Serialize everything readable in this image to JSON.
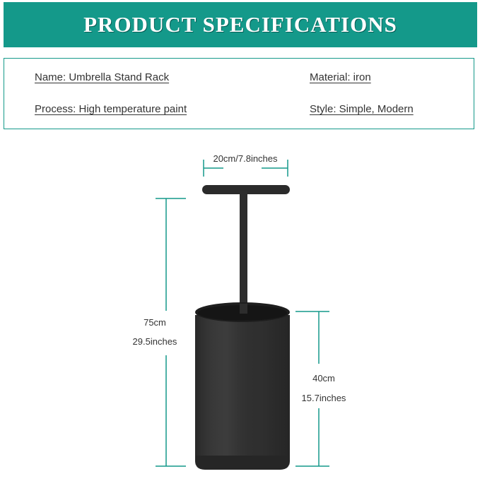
{
  "banner": {
    "title": "PRODUCT SPECIFICATIONS"
  },
  "specs": {
    "name": "Name: Umbrella Stand Rack",
    "material": "Material: iron",
    "process": "Process: High temperature paint",
    "style": "Style: Simple, Modern"
  },
  "dimensions": {
    "width_label": "20cm/7.8inches",
    "height_cm": "75cm",
    "height_in": "29.5inches",
    "bucket_cm": "40cm",
    "bucket_in": "15.7inches"
  },
  "colors": {
    "teal": "#14998a",
    "product": "#2b2b2b"
  }
}
